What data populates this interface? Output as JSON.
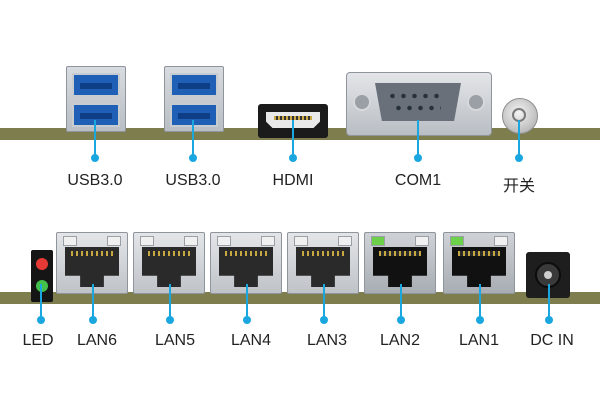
{
  "labels": {
    "usb1": "USB3.0",
    "usb2": "USB3.0",
    "hdmi": "HDMI",
    "com1": "COM1",
    "power": "开关",
    "led": "LED",
    "lan6": "LAN6",
    "lan5": "LAN5",
    "lan4": "LAN4",
    "lan3": "LAN3",
    "lan2": "LAN2",
    "lan1": "LAN1",
    "dcin": "DC IN"
  },
  "colors": {
    "board": "#7d7d4e",
    "callout": "#1aa7e0",
    "usb_blue": "#1f5fb6",
    "led_red": "#e53935",
    "led_green": "#43c04a"
  },
  "icons": {
    "usb": "usb-port-icon",
    "hdmi": "hdmi-port-icon",
    "com": "db9-serial-port-icon",
    "power": "power-button-icon",
    "lan": "rj45-ethernet-port-icon",
    "dc": "dc-power-jack-icon"
  }
}
